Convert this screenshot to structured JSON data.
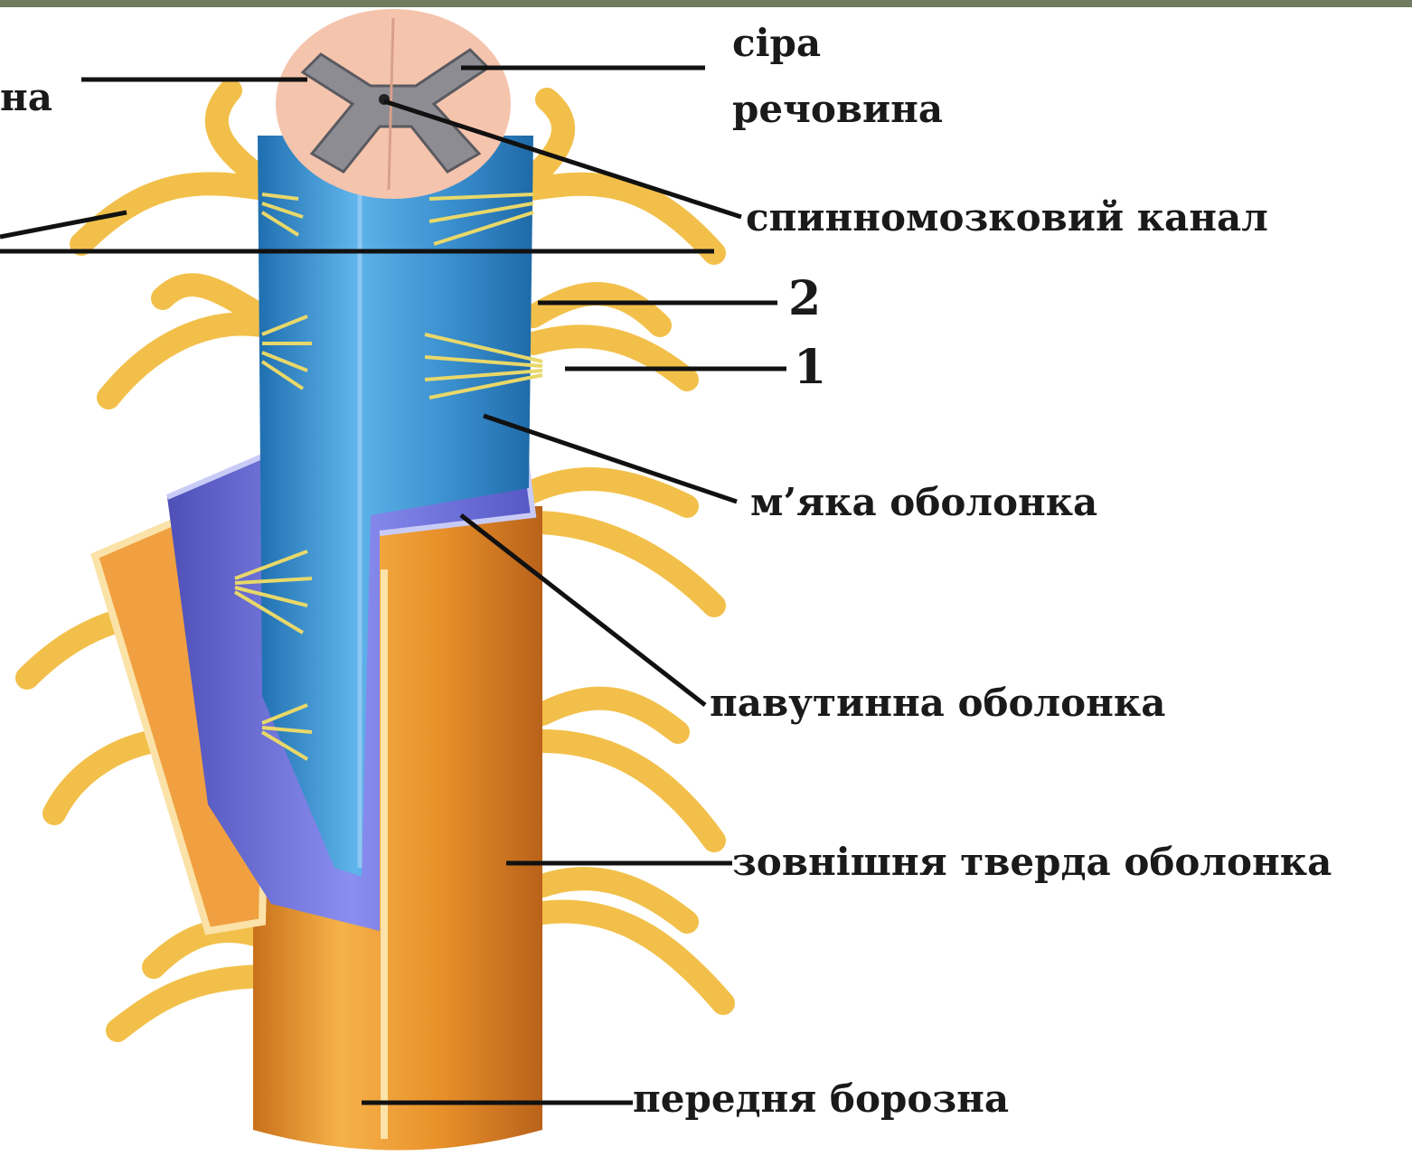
{
  "labels": {
    "white_matter_fragment": "на",
    "gray_matter_line1": "сіра",
    "gray_matter_line2": "речовина",
    "central_canal": "спинномозковий канал",
    "marker_2": "2",
    "marker_1": "1",
    "pia_mater": "м’яка оболонка",
    "arachnoid": "павутинна оболонка",
    "dura_mater": "зовнішня тверда оболонка",
    "anterior_fissure": "передня борозна"
  },
  "colors": {
    "frame": "#707a5e",
    "spinal_cord_blue": "#3a8fce",
    "arachnoid_violet": "#6c6fd6",
    "dura_orange": "#e8902a",
    "nerve_yellow": "#f2c04a",
    "cross_section_pink": "#f5c4ad",
    "gray_matter": "#8c8c92"
  }
}
